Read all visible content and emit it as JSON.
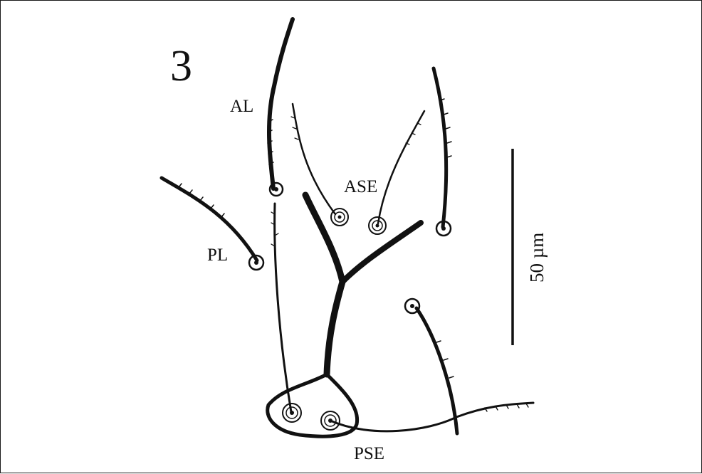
{
  "figure": {
    "number": "3",
    "labels": {
      "al": "AL",
      "ase": "ASE",
      "pl": "PL",
      "pse": "PSE"
    },
    "scale_bar": {
      "text": "50 µm"
    },
    "colors": {
      "ink": "#111111",
      "background": "#ffffff"
    }
  }
}
